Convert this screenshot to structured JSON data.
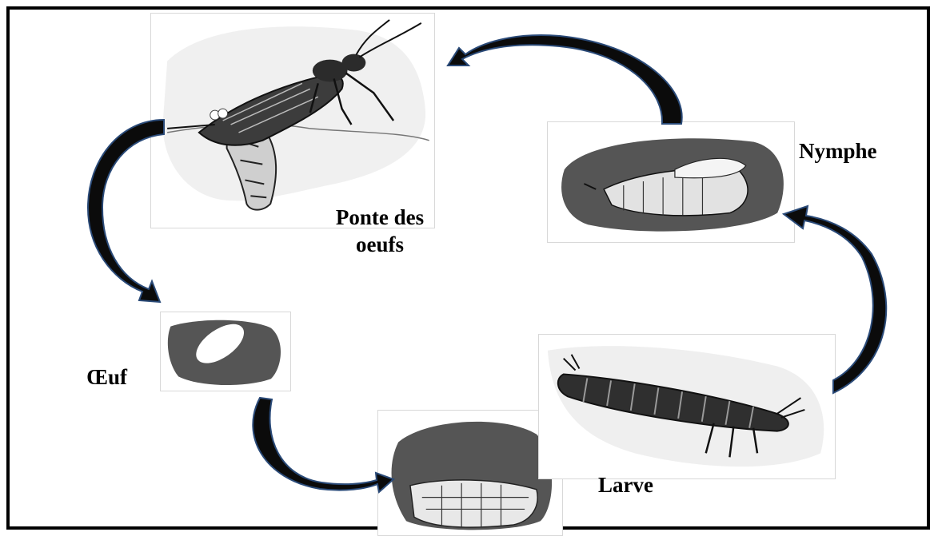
{
  "stages": {
    "ponte": {
      "line1": "Ponte des",
      "line2": "oeufs"
    },
    "oeuf": {
      "label": "Œuf"
    },
    "larve": {
      "label": "Larve"
    },
    "nymphe": {
      "label": "Nymphe"
    }
  },
  "colors": {
    "arrow_fill": "#0b0b0b",
    "arrow_edge": "#2a4a78",
    "cell": "#555555",
    "paper": "#f1f1f1"
  }
}
